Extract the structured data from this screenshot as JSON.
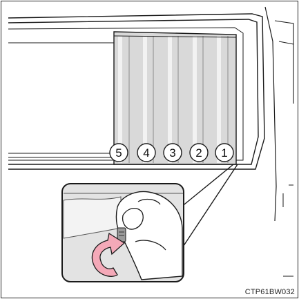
{
  "figure": {
    "code": "CTP61BW032",
    "callouts": [
      "5",
      "4",
      "3",
      "2",
      "1"
    ],
    "icons": {
      "curtain": "curtain-illustration",
      "hook": "hook-detail-illustration",
      "arrow": "rotate-arrow-icon"
    },
    "colors": {
      "line": "#1a1a1a",
      "curtain": "#d9d9d9",
      "curtain_stripe": "#f2f2f2",
      "detail_bg": "#e3e3e3",
      "arrow": "#f4a9b8"
    }
  }
}
